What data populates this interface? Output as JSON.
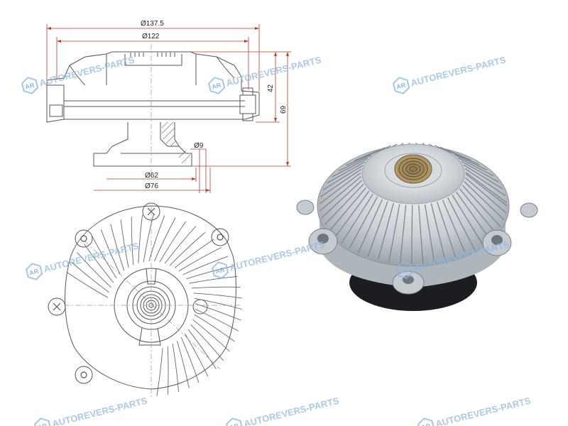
{
  "dimensions": {
    "outer_diameter": "Ø137.5",
    "inner_diameter": "Ø122",
    "height_upper": "42",
    "height_total": "69",
    "bolt_hole": "Ø9",
    "flange_pcd": "Ø62",
    "flange_diameter": "Ø76"
  },
  "watermark": {
    "text": "AUTOREVERS-PARTS",
    "logo": "AR"
  },
  "colors": {
    "drawing_line": "#555555",
    "dimension_line": "#c0392b",
    "watermark": "#8fb8e0"
  },
  "icons": {
    "watermark_logo": "ar-hexagon-icon"
  }
}
